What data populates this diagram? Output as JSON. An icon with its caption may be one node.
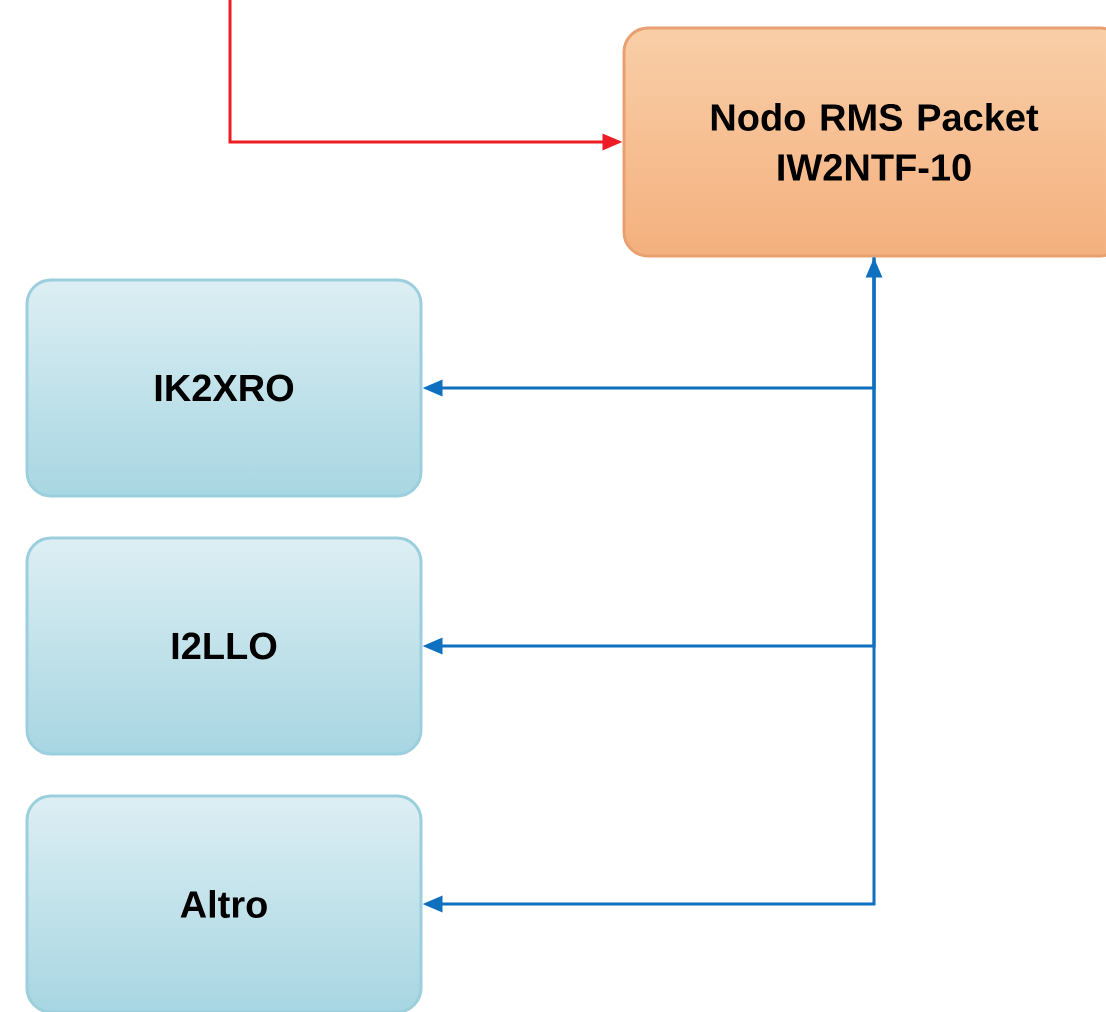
{
  "diagram": {
    "nodes": [
      {
        "text": [
          "Nodo RMS Packet IW2NTF-10"
        ]
      },
      {
        "text": [
          "IK2XRO"
        ]
      },
      {
        "text": [
          "I2LLO"
        ]
      },
      {
        "text": [
          "Altro"
        ]
      }
    ],
    "edges": [
      {
        "from": null,
        "to": 0,
        "arrow": "to",
        "color": "#ee1c24"
      },
      {
        "from": 0,
        "to": 1,
        "arrow": "both"
      },
      {
        "from": 0,
        "to": 2,
        "arrow": "to"
      },
      {
        "from": 0,
        "to": 3,
        "arrow": "to"
      }
    ]
  }
}
